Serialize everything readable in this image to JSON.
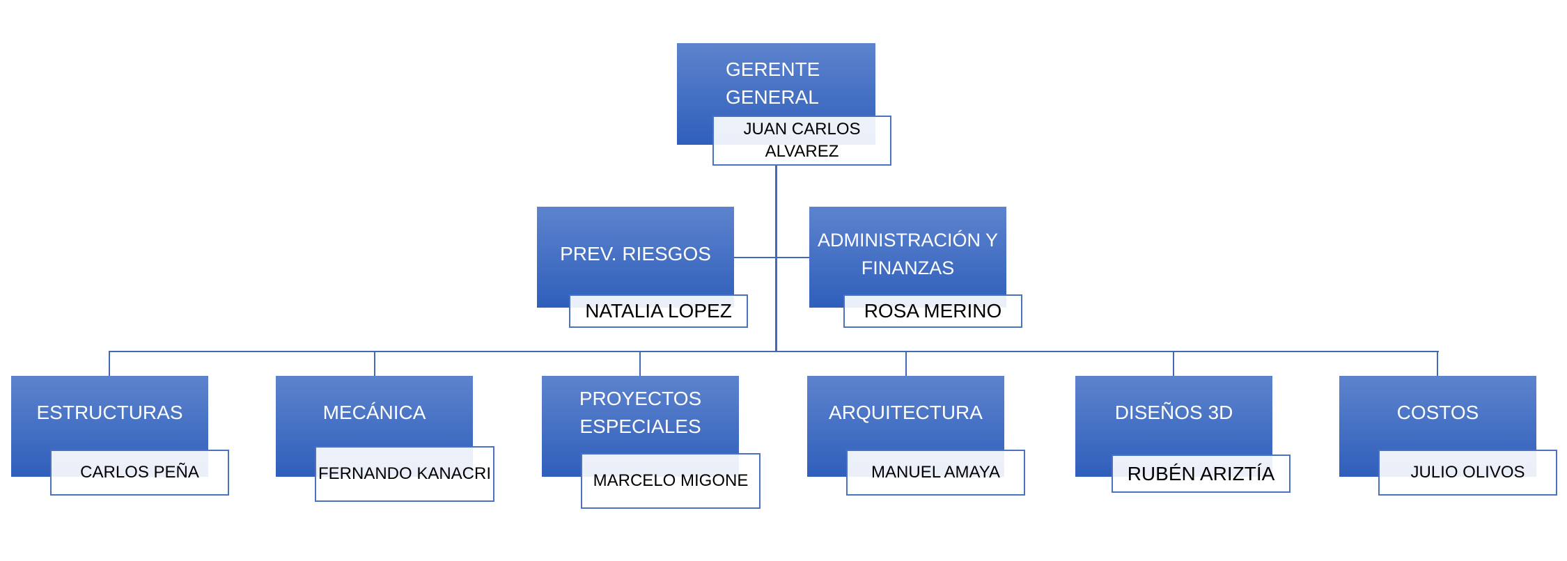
{
  "chart": {
    "root": {
      "title": "GERENTE GENERAL",
      "name": "JUAN CARLOS ALVAREZ"
    },
    "assistants": [
      {
        "title": "PREV. RIESGOS",
        "name": "NATALIA LOPEZ"
      },
      {
        "title": "ADMINISTRACIÓN Y FINANZAS",
        "name": "ROSA MERINO"
      }
    ],
    "departments": [
      {
        "title": "ESTRUCTURAS",
        "name": "CARLOS PEÑA"
      },
      {
        "title": "MECÁNICA",
        "name": "FERNANDO KANACRI"
      },
      {
        "title": "PROYECTOS ESPECIALES",
        "name": "MARCELO MIGONE"
      },
      {
        "title": "ARQUITECTURA",
        "name": "MANUEL AMAYA"
      },
      {
        "title": "DISEÑOS 3D",
        "name": "RUBÉN ARIZTÍA"
      },
      {
        "title": "COSTOS",
        "name": "JULIO OLIVOS"
      }
    ]
  },
  "colors": {
    "box_top": "#5d83cd",
    "box_bottom": "#2f5fbb",
    "line": "#4169b8"
  }
}
